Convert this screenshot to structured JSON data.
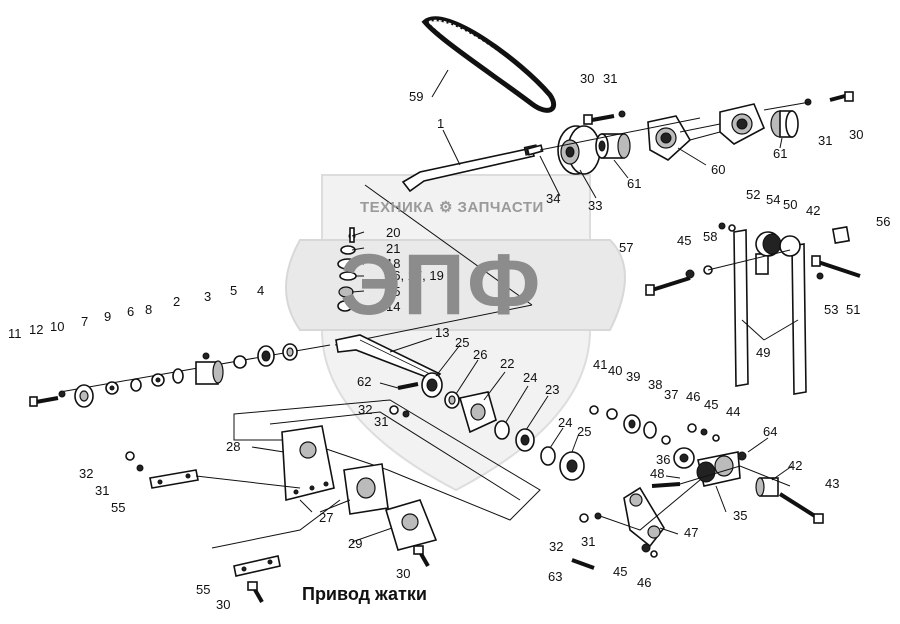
{
  "title": "Привод жатки",
  "watermark": {
    "line": "ТЕХНИКА ⚙ ЗАПЧАСТИ",
    "logo": "ЭПФ"
  },
  "callouts": [
    "1",
    "2",
    "3",
    "4",
    "5",
    "6",
    "7",
    "8",
    "9",
    "10",
    "11",
    "12",
    "13",
    "14",
    "15",
    "16, 17, 19",
    "18",
    "20",
    "21",
    "22",
    "23",
    "24",
    "24",
    "25",
    "25",
    "26",
    "27",
    "28",
    "29",
    "30",
    "30",
    "30",
    "30",
    "31",
    "31",
    "31",
    "31",
    "31",
    "32",
    "32",
    "32",
    "33",
    "34",
    "35",
    "36",
    "37",
    "38",
    "39",
    "40",
    "41",
    "42",
    "42",
    "43",
    "44",
    "45",
    "45",
    "45",
    "46",
    "46",
    "47",
    "48",
    "49",
    "50",
    "51",
    "52",
    "53",
    "54",
    "55",
    "55",
    "56",
    "57",
    "58",
    "59",
    "60",
    "61",
    "61",
    "62",
    "63",
    "64"
  ]
}
